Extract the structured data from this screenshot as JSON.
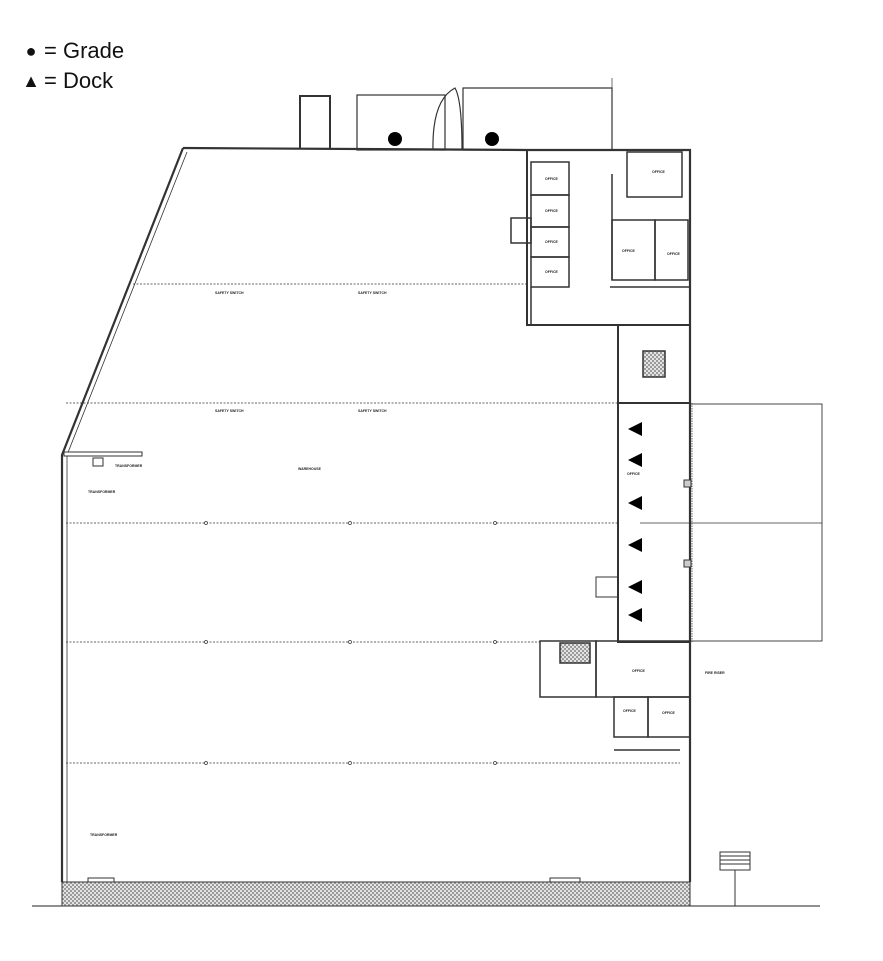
{
  "legend": {
    "grade": {
      "symbol": "●",
      "label": "= Grade"
    },
    "dock": {
      "symbol": "▲",
      "label": "= Dock"
    }
  },
  "plan": {
    "grade_doors": 2,
    "dock_doors": 6,
    "labels": {
      "warehouse": "WAREHOUSE",
      "office": "OFFICE",
      "safety_switch": "SAFETY SWITCH",
      "transformer": "TRANSFORMER",
      "fire_riser": "FIRE RISER"
    }
  },
  "colors": {
    "line": "#1a1a1a",
    "hatch": "#bdbdbd",
    "wall": "#555555"
  }
}
